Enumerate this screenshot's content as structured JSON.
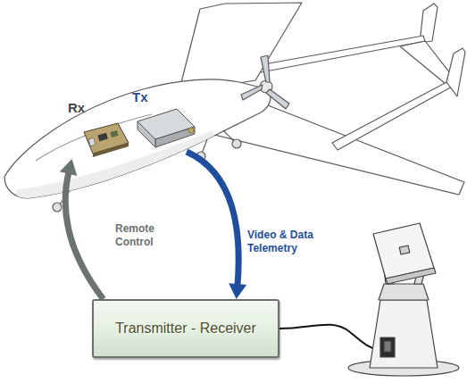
{
  "diagram": {
    "nodes": [
      {
        "text": [
          "Rx"
        ]
      },
      {
        "text": [
          "Tx"
        ]
      },
      {
        "text": [
          "Transmitter - Receiver"
        ]
      }
    ],
    "edges": [
      {
        "from": 2,
        "to": 0,
        "arrow": "to",
        "label": "Remote Control"
      },
      {
        "from": 1,
        "to": 2,
        "arrow": "to",
        "label": "Video & Data Telemetry"
      }
    ]
  }
}
